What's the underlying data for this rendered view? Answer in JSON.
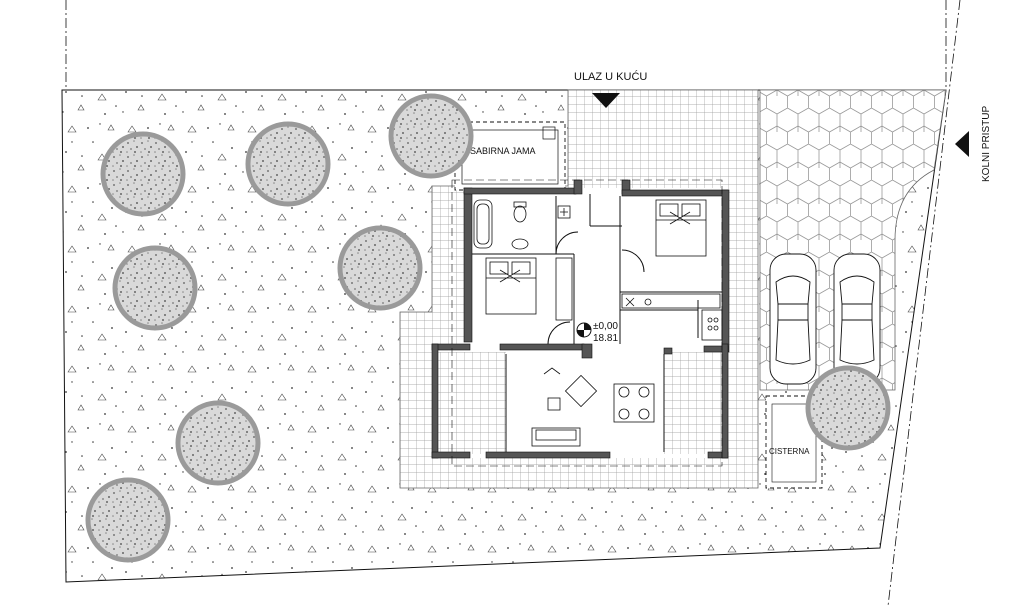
{
  "labels": {
    "entrance": "ULAZ U KUĆU",
    "vehicle_access": "KOLNI PRISTUP",
    "septic_tank": "SABIRNA JAMA",
    "cistern": "CISTERNA",
    "level": "±0,00",
    "altitude": "18.81"
  },
  "icons": {
    "entrance_arrow": "triangle-down-icon",
    "access_arrow": "triangle-left-icon",
    "level_marker": "level-marker-icon"
  },
  "colors": {
    "line": "#111111",
    "wall": "#555555",
    "tree_ring": "#9a9a9a",
    "tree_fill": "#bdbdbd",
    "paving_grid": "#999999"
  }
}
